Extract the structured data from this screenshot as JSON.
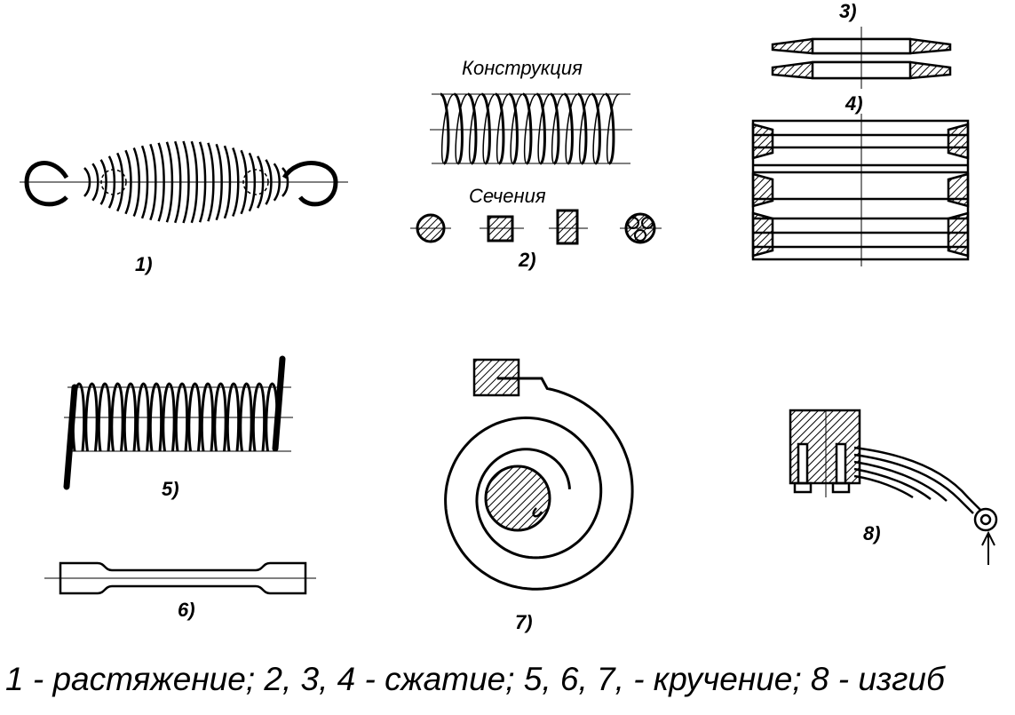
{
  "figure_labels": {
    "f1": "1)",
    "f2": "2)",
    "f3": "3)",
    "f4": "4)",
    "f5": "5)",
    "f6": "6)",
    "f7": "7)",
    "f8": "8)"
  },
  "subtitles": {
    "construction": "Конструкция",
    "sections": "Сечения"
  },
  "caption": "1 - растяжение; 2, 3, 4 - сжатие; 5, 6, 7, - кручение; 8 - изгиб"
}
